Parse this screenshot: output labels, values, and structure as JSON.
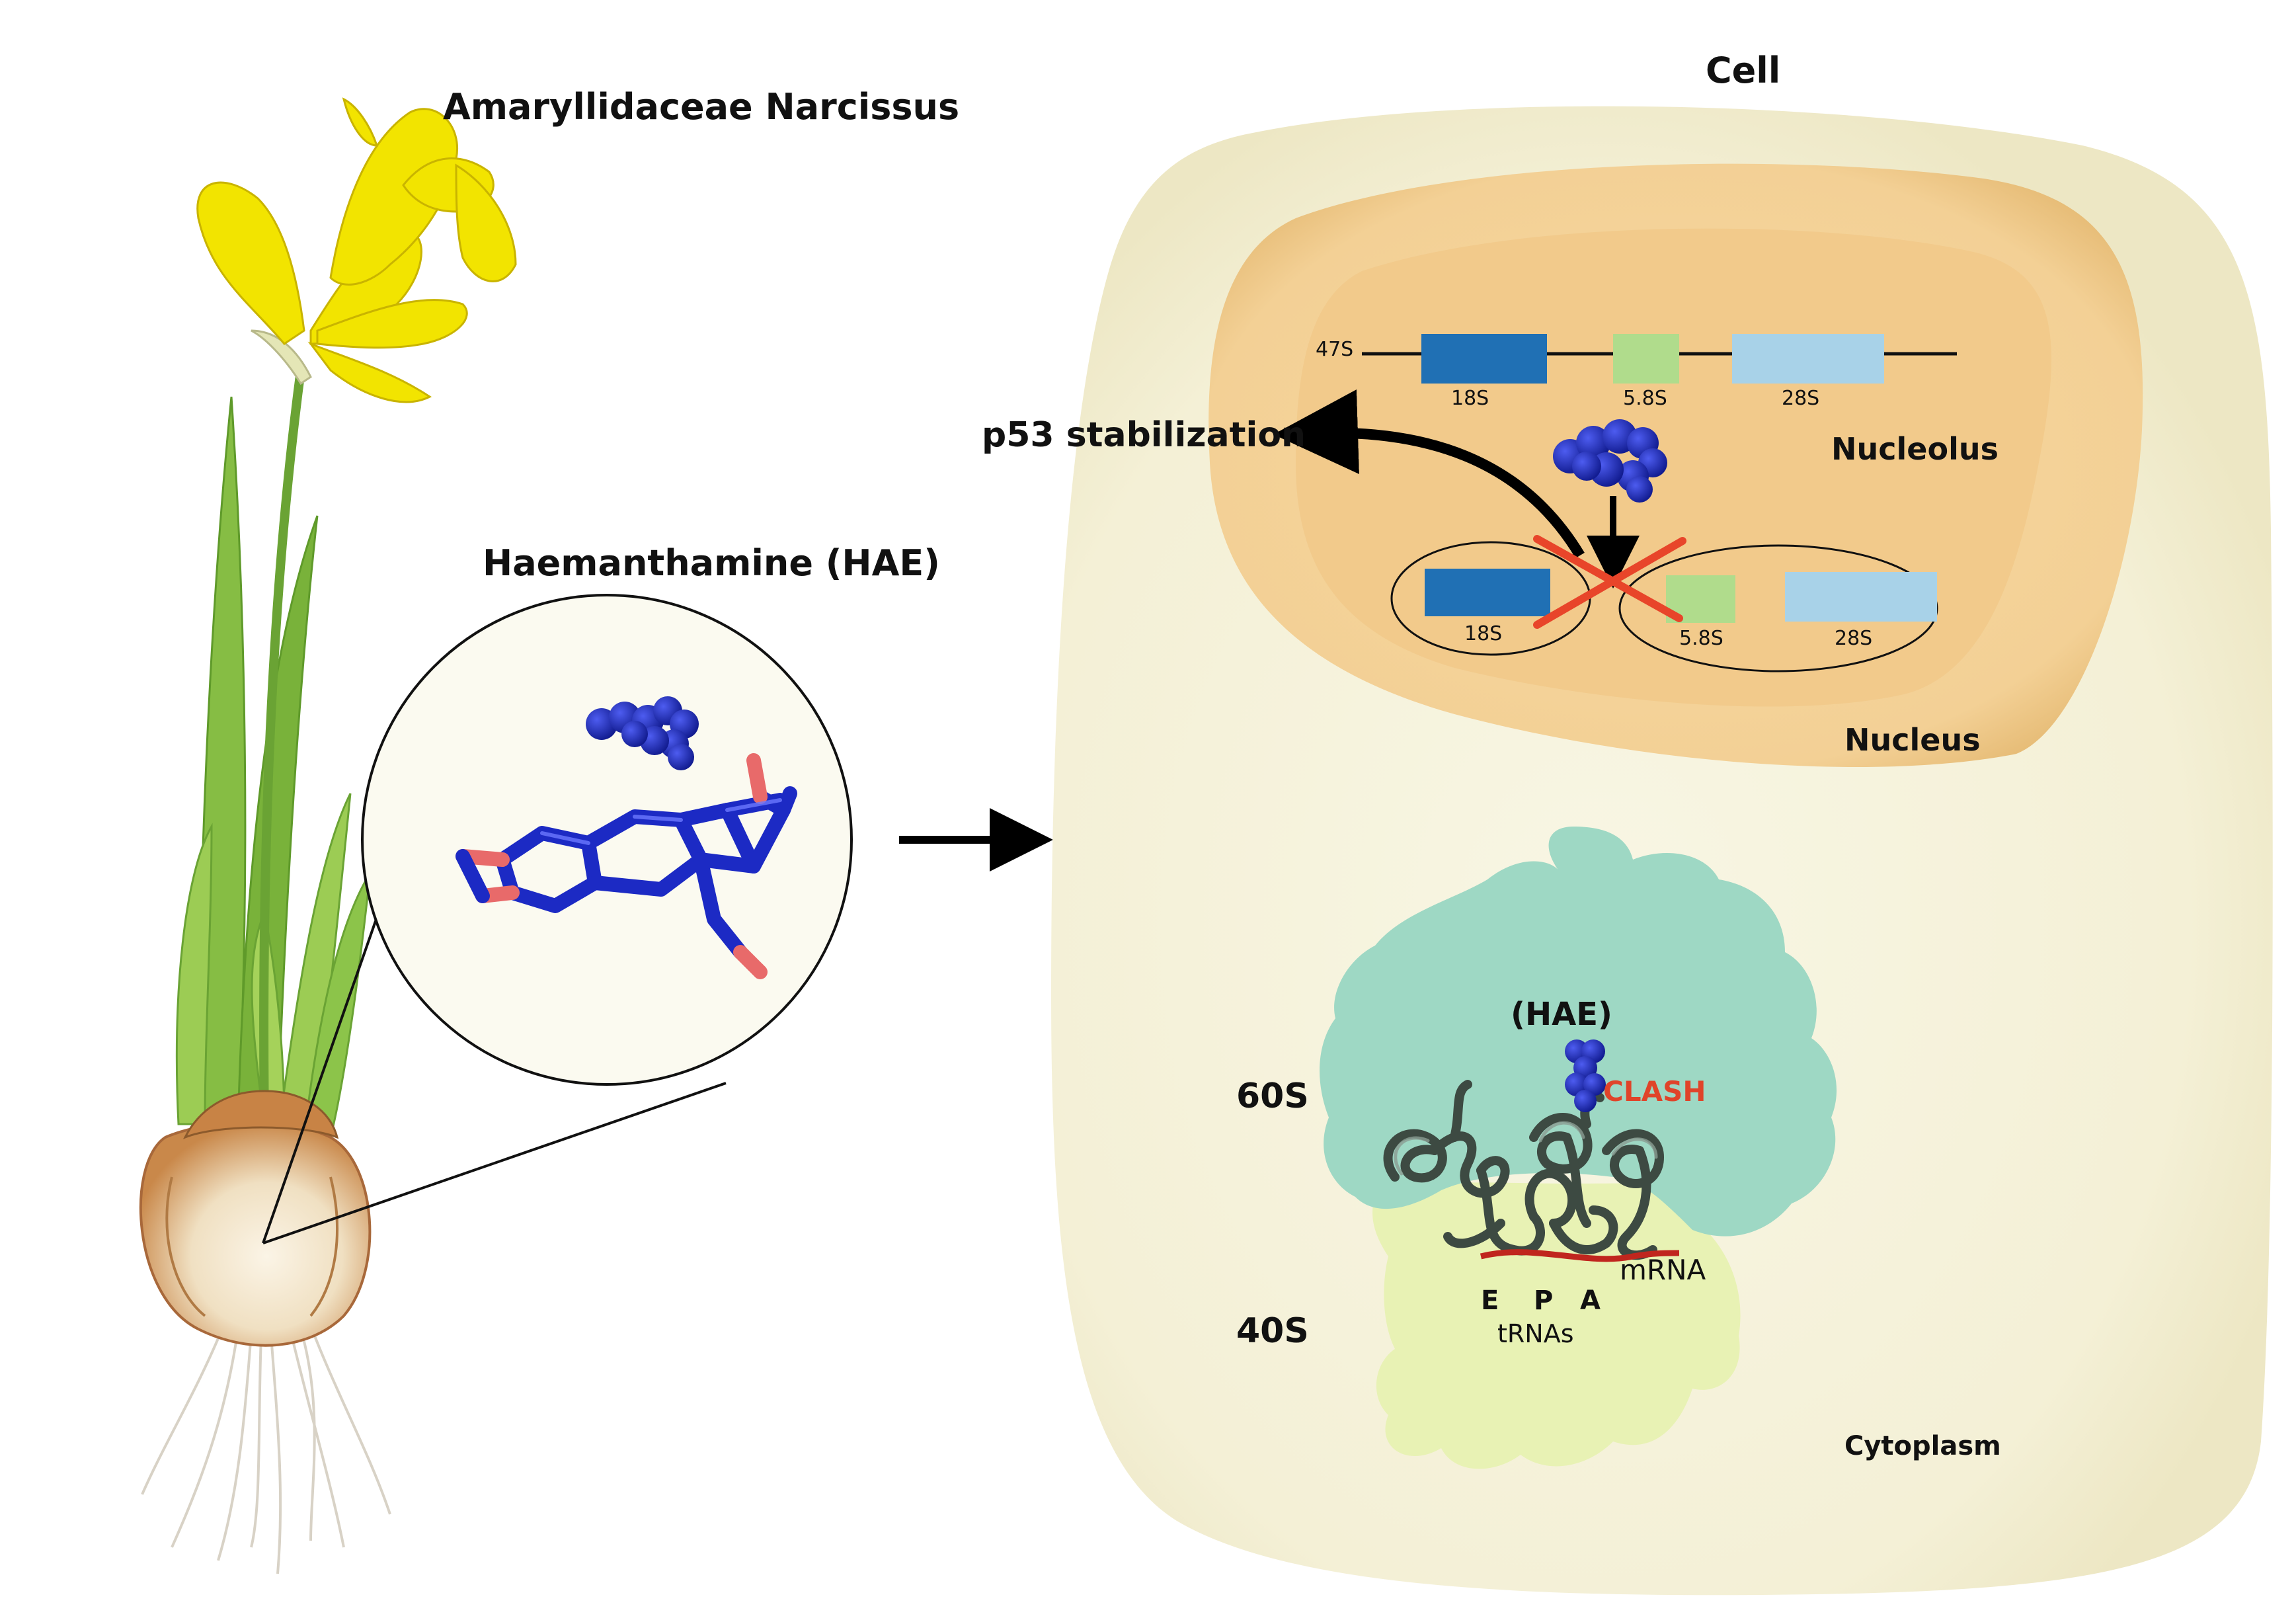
{
  "labels": {
    "plant_name": "Amaryllidaceae Narcissus",
    "compound_name": "Haemanthamine (HAE)",
    "cell": "Cell",
    "nucleolus": "Nucleolus",
    "nucleus": "Nucleus",
    "cytoplasm": "Cytoplasm",
    "p53": "p53 stabilization",
    "precursor": "47S",
    "rrna_18s": "18S",
    "rrna_58s": "5.8S",
    "rrna_28s": "28S",
    "ribo_60s": "60S",
    "ribo_40s": "40S",
    "hae_short": "(HAE)",
    "clash": "CLASH",
    "mrna": "mRNA",
    "site_e": "E",
    "site_p": "P",
    "site_a": "A",
    "trnas": "tRNAs"
  },
  "colors": {
    "flower": "#f2e400",
    "leaf": "#7fb83a",
    "bulb": "#d8a05a",
    "cell": "#f6f3df",
    "nucleus": "#f5d9a0",
    "nucleolus": "#f2c98a",
    "rrna_18s": "#2070b4",
    "rrna_58s": "#b0dc8c",
    "rrna_28s": "#a8d2e8",
    "ribo_60s": "#9ed8c4",
    "ribo_40s": "#e8f2b4",
    "molecule": "#1c2ac4",
    "oxygen": "#e86a6a",
    "clash": "#e0442a",
    "cross": "#e8452a"
  },
  "icons": [
    "narcissus-plant-icon",
    "hae-molecule-icon",
    "ribosome-structure-icon"
  ]
}
